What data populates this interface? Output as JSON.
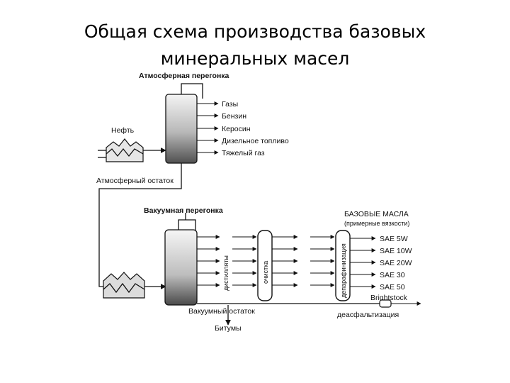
{
  "title": {
    "line1": "Общая схема производства базовых",
    "line2": "минеральных масел"
  },
  "atmospheric": {
    "heading": "Атмосферная перегонка",
    "outputs": [
      "Газы",
      "Бензин",
      "Керосин",
      "Дизельное топливо",
      "Тяжелый газ"
    ],
    "feed": "Нефть",
    "residue": "Атмосферный остаток"
  },
  "vacuum": {
    "heading": "Вакуумная перегонка",
    "distillates": "дистилляты",
    "purification": "очистка",
    "dewaxing_label": "депарафинизация",
    "residue": "Вакуумный остаток",
    "bitumen": "Битумы"
  },
  "base_oils": {
    "heading": "БАЗОВЫЕ МАСЛА",
    "subheading": "(примерные вязкости)",
    "grades": [
      "SAE 5W",
      "SAE 10W",
      "SAE 20W",
      "SAE 30",
      "SAE 50"
    ],
    "brightstock": "Brightstock",
    "deasphalting": "деасфальтизация"
  },
  "colors": {
    "column_top": "#f4f4f4",
    "column_bottom": "#555555",
    "line": "#111111"
  }
}
